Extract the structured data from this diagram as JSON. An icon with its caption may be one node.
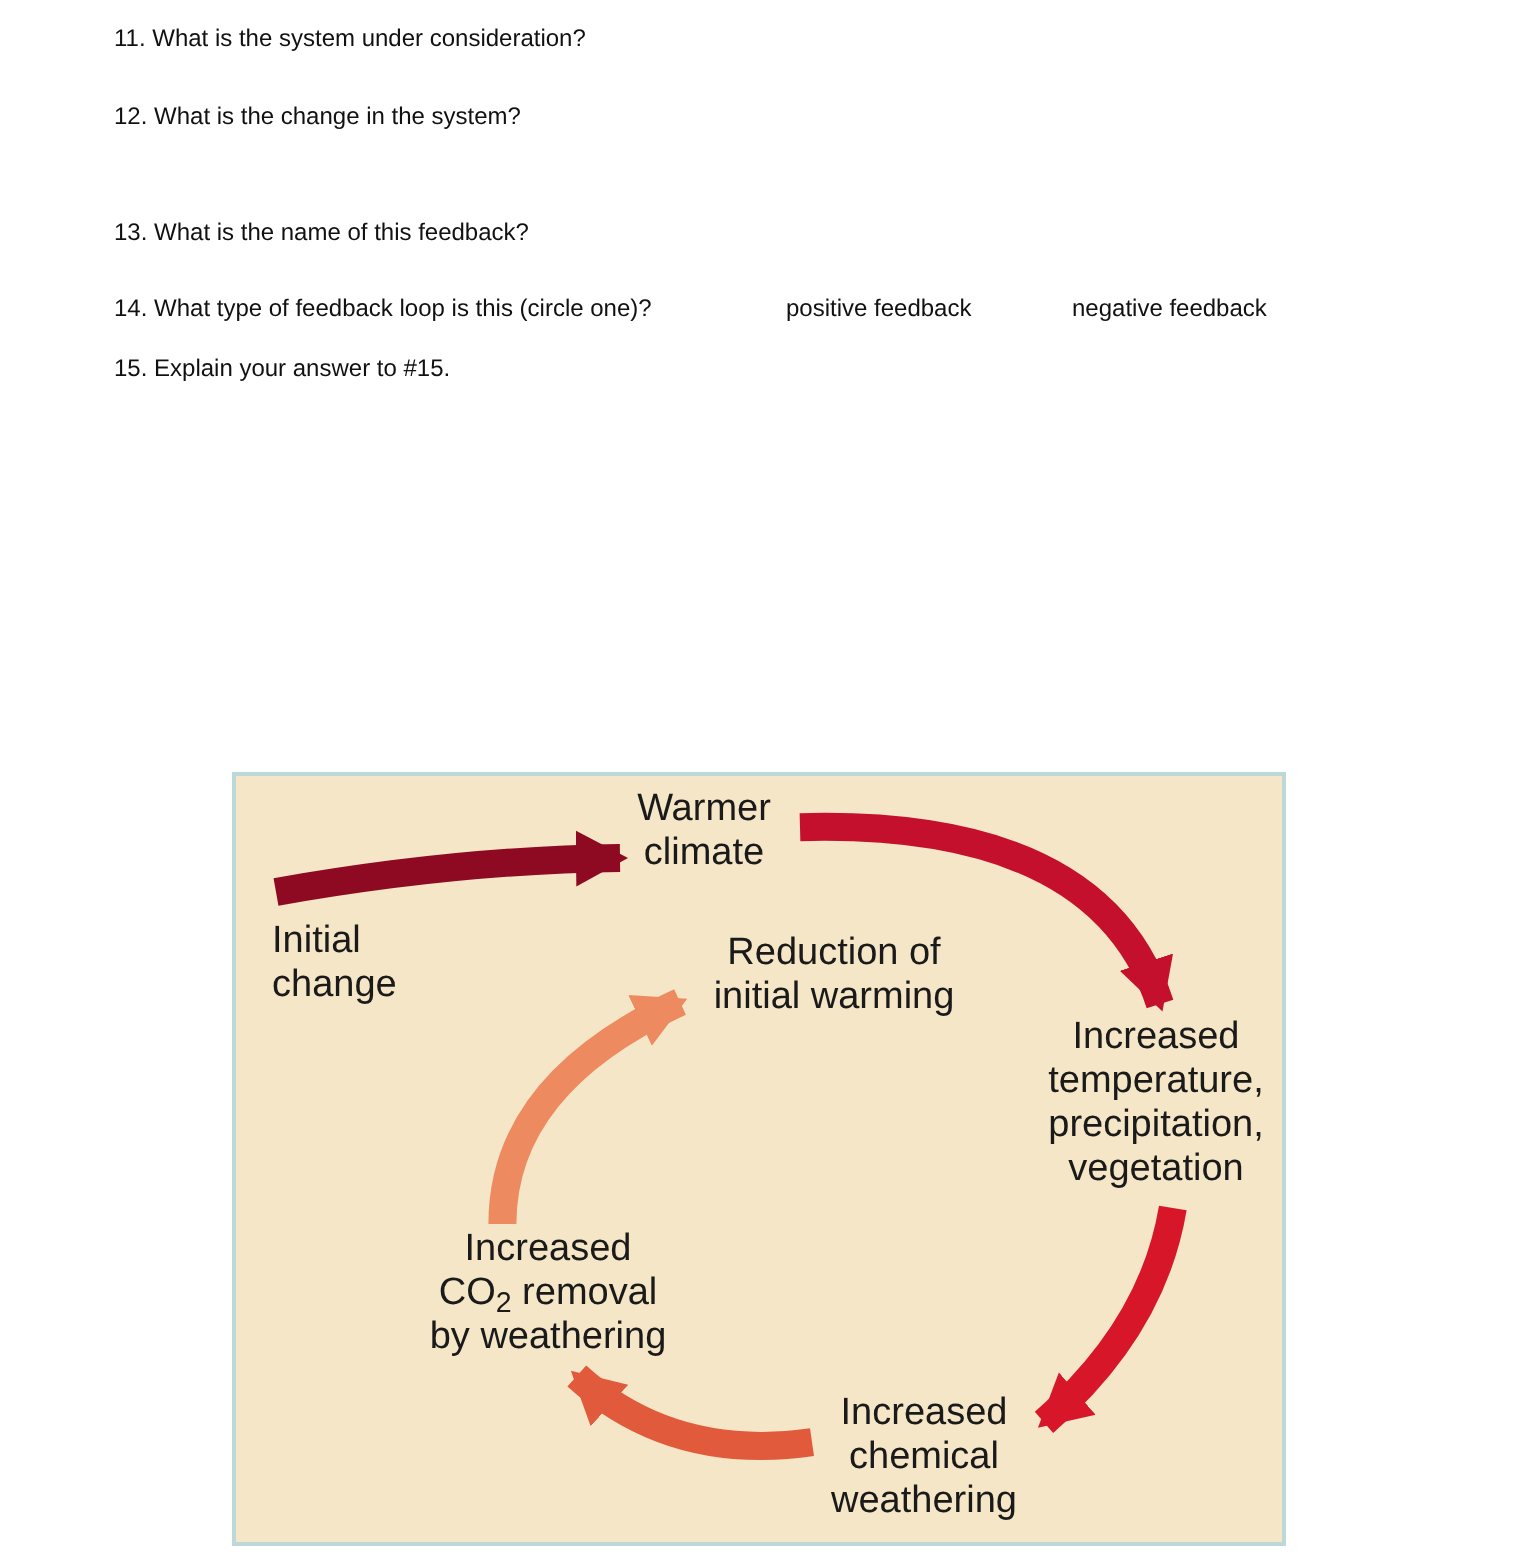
{
  "diagram": {
    "nodes": [
      {
        "text": [],
        "shape": "box"
      },
      {
        "text": [
          "Initial change"
        ],
        "in": 0
      },
      {
        "text": [
          "Warmer climate"
        ],
        "in": 0
      },
      {
        "text": [
          "Reduction of initial warming"
        ],
        "in": 0
      },
      {
        "text": [
          "Increased temperature, precipitation, vegetation"
        ],
        "in": 0
      },
      {
        "text": [
          "Increased CO$_{2}$ removal by weathering"
        ],
        "in": 0
      },
      {
        "text": [
          "Increased chemical weathering"
        ],
        "in": 0
      }
    ],
    "edges": [
      {
        "from": 1,
        "to": 2,
        "arrow": "to",
        "color": "#8e0a22"
      },
      {
        "from": 2,
        "to": 4,
        "arrow": "to",
        "color": "#c4102c"
      },
      {
        "from": 4,
        "to": 6,
        "arrow": "to",
        "color": "#d8162a"
      },
      {
        "from": 6,
        "to": 5,
        "arrow": "to",
        "color": "#e25a3c"
      },
      {
        "from": 5,
        "to": 3,
        "arrow": "to",
        "color": "#ee8a60"
      }
    ],
    "labels": [
      "11. What is the system under consideration?",
      "12. What is the change in the system?",
      "13. What is the name of this feedback?",
      "14. What type of feedback loop is this (circle one)?",
      "positive feedback",
      "negative feedback",
      "15. Explain your answer to #15."
    ]
  }
}
